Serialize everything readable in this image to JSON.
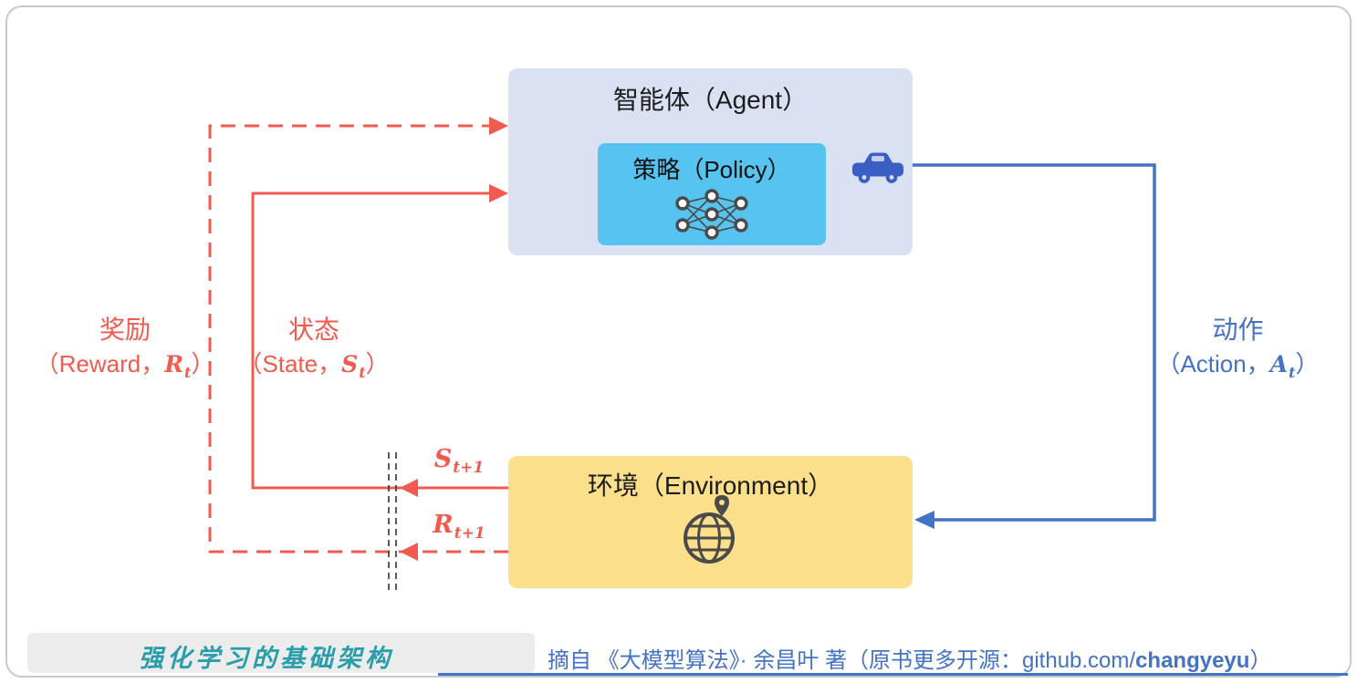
{
  "colors": {
    "accent_blue": "#4472c4",
    "signal_red": "#f15b4f",
    "agent_box_bg": "#d9e1f2",
    "policy_box_bg": "#57c3f0",
    "environment_box_bg": "#fcdf8b",
    "footer_caption_teal": "#2a9daa",
    "icon_gray": "#4a4a4a"
  },
  "agent": {
    "title": "智能体（Agent）",
    "policy_title": "策略（Policy）"
  },
  "environment": {
    "title": "环境（Environment）"
  },
  "action_label": {
    "zh": "动作",
    "open": "（Action，",
    "var": "A",
    "sub": "t",
    "close": "）"
  },
  "state_label": {
    "zh": "状态",
    "open": "（State，",
    "var": "S",
    "sub": "t",
    "close": "）"
  },
  "reward_label": {
    "zh": "奖励",
    "open": "（Reward，",
    "var": "R",
    "sub": "t",
    "close": "）"
  },
  "state_next": {
    "var": "S",
    "sub": "t+1"
  },
  "reward_next": {
    "var": "R",
    "sub": "t+1"
  },
  "footer": {
    "caption": "强化学习的基础架构",
    "source_prefix": "摘自 《大模型算法》· 余昌叶 著（原书更多开源：github.com/",
    "source_bold": "changyeyu",
    "source_suffix": "）"
  }
}
